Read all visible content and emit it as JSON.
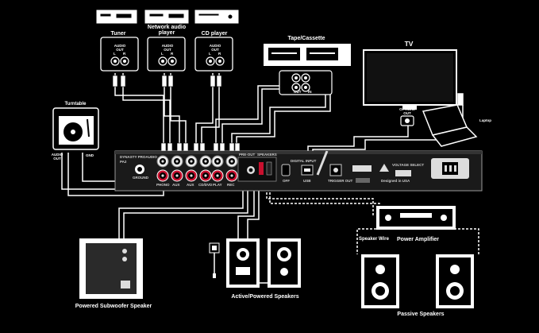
{
  "sources": {
    "tuner": "Tuner",
    "network": "Network audio\nplayer",
    "cd": "CD player",
    "audio_out": "AUDIO\nOUT",
    "l": "L",
    "r": "R"
  },
  "tape": {
    "title": "Tape/Cassette",
    "out": "OUT",
    "in": "IN"
  },
  "tv": {
    "title": "TV",
    "optical_out": "OPTICAL\nOUT"
  },
  "laptop": "Laptop",
  "turntable": {
    "title": "Turntable",
    "audio_out": "AUDIO\nOUT",
    "gnd": "GND"
  },
  "amp": {
    "brand": "DYNASTY PROAUDIO",
    "model": "PA2",
    "ground": "GROUND",
    "phono": "PHONO",
    "aux": "AUX",
    "aux2": "AUX",
    "cd_dvd": "CD/DVD",
    "play": "PLAY",
    "rec": "REC",
    "pre_out": "PRE-OUT",
    "speakers": "SPEAKERS",
    "off": "OFF",
    "digital_input": "DIGITAL INPUT",
    "usb": "USB",
    "trigger_out": "TRIGGER OUT",
    "voltage_select": "VOLTAGE SELECT",
    "designed": "Designed in USA"
  },
  "power_amp": {
    "title": "Power Amplifier",
    "speaker_wire": "Speaker Wire"
  },
  "subwoofer": "Powered Subwoofer Speaker",
  "active_speakers": "Active/Powered Speakers",
  "passive_speakers": "Passive Speakers"
}
